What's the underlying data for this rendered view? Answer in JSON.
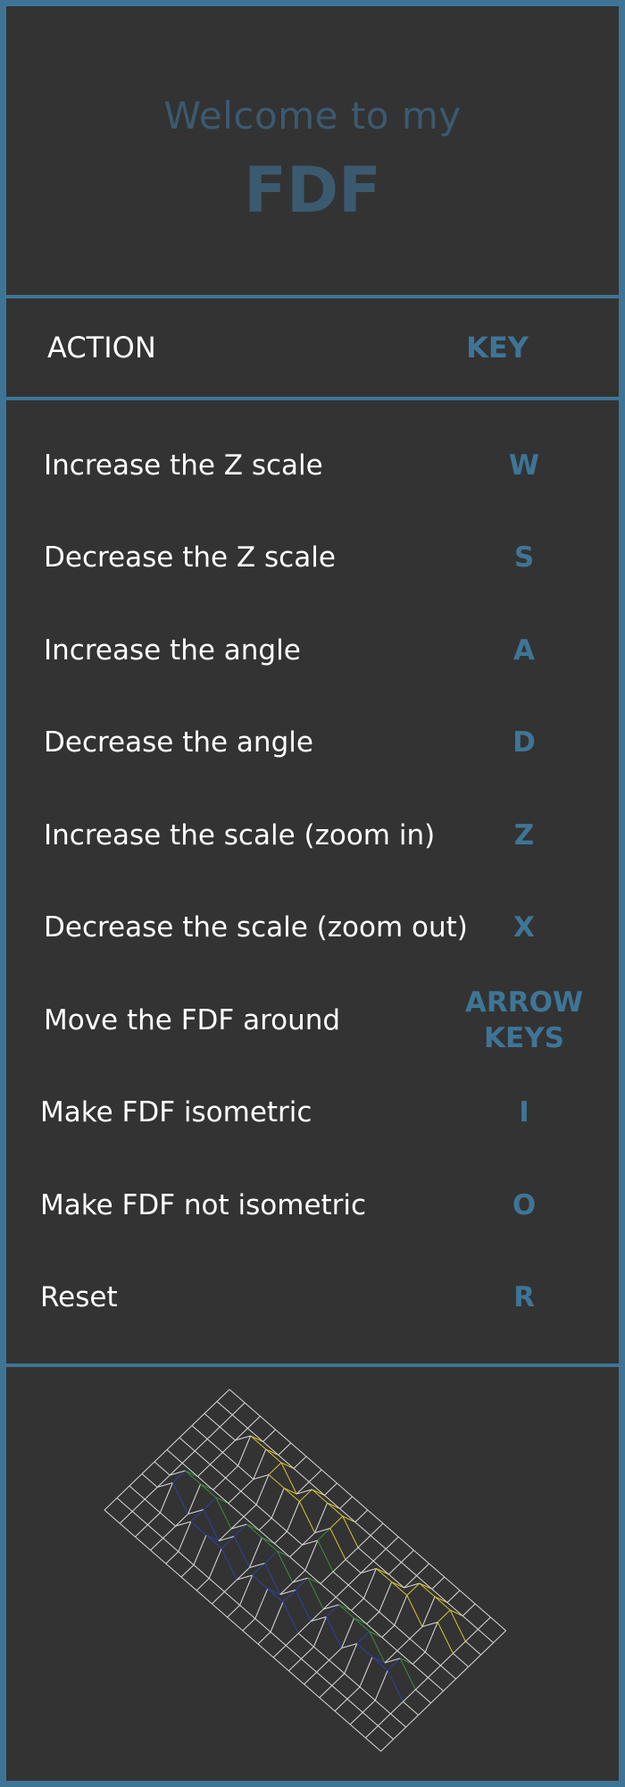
{
  "header": {
    "welcome": "Welcome to my",
    "title": "FDF"
  },
  "columns": {
    "action": "ACTION",
    "key": "KEY"
  },
  "controls": [
    {
      "action": "Increase the Z scale",
      "key": [
        "W"
      ]
    },
    {
      "action": "Decrease the Z scale",
      "key": [
        "S"
      ]
    },
    {
      "action": "Increase the angle",
      "key": [
        "A"
      ]
    },
    {
      "action": "Decrease the angle",
      "key": [
        "D"
      ]
    },
    {
      "action": "Increase the scale (zoom in)",
      "key": [
        "Z"
      ]
    },
    {
      "action": "Decrease the scale (zoom out)",
      "key": [
        "X"
      ]
    },
    {
      "action": "Move the FDF around",
      "key": [
        "ARROW",
        "KEYS"
      ]
    },
    {
      "action": "Make FDF isometric",
      "key": [
        "I"
      ]
    },
    {
      "action": "Make FDF not isometric",
      "key": [
        "O"
      ]
    },
    {
      "action": "Reset",
      "key": [
        "R"
      ]
    }
  ],
  "colors": {
    "accent": "#3e7596",
    "title": "#3b5a70",
    "background": "#333333",
    "text": "#ffffff",
    "wire": "#d9d9d9",
    "peak_red": "#c0392b",
    "peak_yellow": "#d4c233",
    "peak_green": "#3e8a3e",
    "peak_blue": "#3040a0"
  },
  "preview": {
    "icon": "wireframe-preview-icon"
  }
}
